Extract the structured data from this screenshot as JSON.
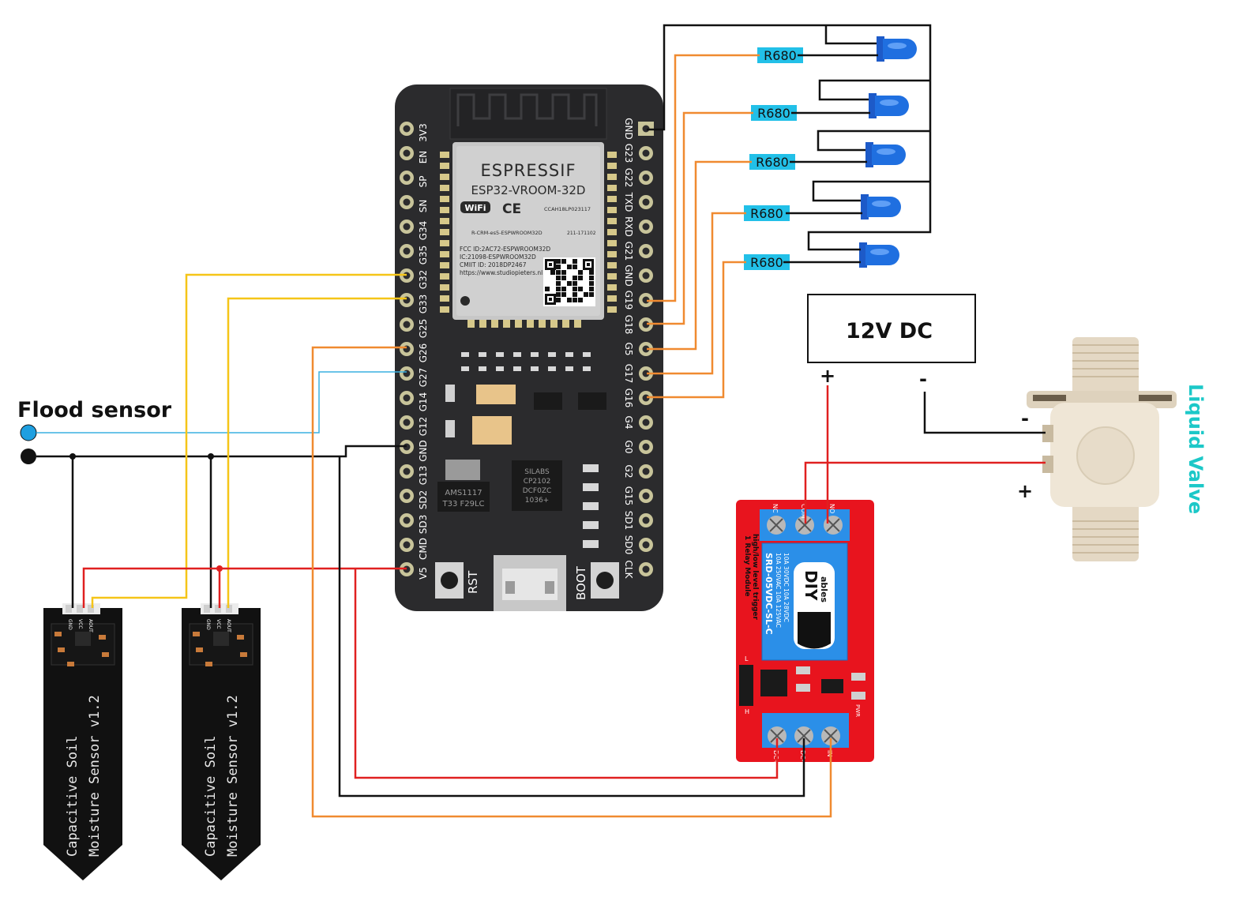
{
  "labels": {
    "flood_sensor": "Flood sensor",
    "power_supply": "12V DC",
    "power_plus": "+",
    "power_minus": "-",
    "valve_title": "Liquid Valve",
    "valve_minus": "-",
    "valve_plus": "+"
  },
  "esp32": {
    "brand": "ESPRESSIF",
    "model": "ESP32-VROOM-32D",
    "wifi": "WiFi",
    "ce": "CE",
    "cert_code": "CCAH18LP023117",
    "kc_code": "R-CRM-es5-ESPWROOM32D",
    "kc_small": "211-171102",
    "fcc": "FCC ID:2AC72-ESPWROOM32D",
    "ic": "IC:21098-ESPWROOM32D",
    "cmiit": "CMIIT ID: 2018DP2467",
    "url": "https://www.studiopieters.nl",
    "regulator_1": "AMS1117",
    "regulator_2": "T33 F29LC",
    "usb_chip_1": "SILABS",
    "usb_chip_2": "CP2102",
    "usb_chip_3": "DCF0ZC",
    "usb_chip_4": "1036+",
    "rst": "RST",
    "boot": "BOOT",
    "left_pins": [
      "3V3",
      "EN",
      "SP",
      "SN",
      "G34",
      "G35",
      "G32",
      "G33",
      "G25",
      "G26",
      "G27",
      "G14",
      "G12",
      "GND",
      "G13",
      "SD2",
      "SD3",
      "CMD",
      "V5"
    ],
    "right_pins": [
      "GND",
      "G23",
      "G22",
      "TXD",
      "RXD",
      "G21",
      "GND",
      "G19",
      "G18",
      "G5",
      "G17",
      "G16",
      "G4",
      "G0",
      "G2",
      "G15",
      "SD1",
      "SD0",
      "CLK"
    ]
  },
  "resistors": [
    "R680",
    "R680",
    "R680",
    "R680",
    "R680"
  ],
  "relay": {
    "terminals_top": [
      "NC",
      "COM",
      "NO"
    ],
    "line_1": "1 Relay Module",
    "line_2": "high/low level trigger",
    "line_3": "SRD-05VDC-SL-C",
    "line_4": "10A 250VAC  10A 125VAC",
    "line_5": "10A 30VDC  10A 28VDC",
    "logo_top": "DIY",
    "logo_bottom": "ables",
    "jumper_l": "L",
    "jumper_h": "H",
    "pwr": "PWR",
    "terminals_bottom": [
      "DC+",
      "DC-",
      "IN"
    ]
  },
  "soil_sensors": [
    {
      "line_1": "Capacitive Soil",
      "line_2": "Moisture Sensor v1.2",
      "pins": [
        "GND",
        "VCC",
        "AOUT"
      ]
    },
    {
      "line_1": "Capacitive Soil",
      "line_2": "Moisture Sensor v1.2",
      "pins": [
        "GND",
        "VCC",
        "AOUT"
      ]
    }
  ],
  "colors": {
    "board": "#2b2b2d",
    "pin_ring": "#c8c49a",
    "wire_black": "#111111",
    "wire_red": "#e02020",
    "wire_orange": "#f08a30",
    "wire_yellow": "#f5c518",
    "wire_blue": "#3ab0e0",
    "resistor_bg": "#22c0e8",
    "led_blue": "#1f6fe0",
    "relay_red": "#e8141e",
    "relay_blue": "#2b8fe8",
    "valve": "#e6dccb",
    "valve_label": "#1cc8c8"
  }
}
